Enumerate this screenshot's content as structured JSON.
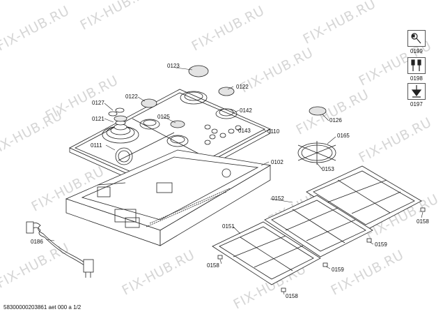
{
  "watermark": "FIX-HUB.RU",
  "part_labels": {
    "p0123": "0123",
    "p0122a": "0122",
    "p0122b": "0122",
    "p0127": "0127",
    "p0121": "0121",
    "p0125": "0125",
    "p0142": "0142",
    "p0143": "0143",
    "p0110": "0110",
    "p0111": "0111",
    "p0126": "0126",
    "p0165": "0165",
    "p0153": "0153",
    "p0102": "0102",
    "p0152": "0152",
    "p0151": "0151",
    "p0158a": "0158",
    "p0158b": "0158",
    "p0158c": "0158",
    "p0159a": "0159",
    "p0159b": "0159",
    "p0186": "0186"
  },
  "legend": [
    {
      "code": "0199",
      "icon": "wrench-tool-icon"
    },
    {
      "code": "0198",
      "icon": "screwdriver-set-icon"
    },
    {
      "code": "0197",
      "icon": "grease-applicator-icon"
    }
  ],
  "footer": "58300000203861 aet 000 a 1/2"
}
